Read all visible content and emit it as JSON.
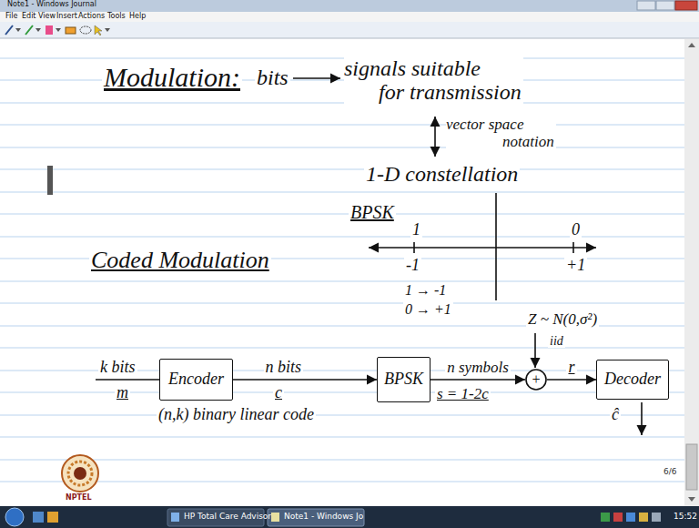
{
  "diagram": {
    "nodes": [
      {
        "text": [
          "Encoder"
        ]
      },
      {
        "text": [
          "BPSK"
        ]
      },
      {
        "text": [
          "+"
        ]
      },
      {
        "text": [
          "Decoder"
        ]
      }
    ],
    "edges": [
      {
        "from": 0,
        "to": 1,
        "arrow": "to",
        "label": "n bits"
      },
      {
        "from": 1,
        "to": 2,
        "arrow": "to",
        "label": "n symbols"
      },
      {
        "from": 2,
        "to": 3,
        "arrow": "to",
        "label": "r"
      }
    ],
    "labels": [
      "Note1 - Windows Journal",
      "File",
      "Edit",
      "View",
      "Insert",
      "Actions",
      "Tools",
      "Help",
      "Modulation:",
      "bits",
      "signals suitable for transmission",
      "vector space notation",
      "1-D constellation",
      "BPSK",
      "1",
      "0",
      "-1",
      "+1",
      "Coded Modulation",
      "1 → -1",
      "0 → +1",
      "Z ~ N(0,σ²)",
      "iid",
      "k bits",
      "m",
      "c",
      "s = 1-2c",
      "(n,k) binary linear code",
      "ĉ",
      "NPTEL",
      "6/6",
      "HP Total Care Advisor",
      "Note1 - Windows Jo",
      "15:52"
    ]
  }
}
